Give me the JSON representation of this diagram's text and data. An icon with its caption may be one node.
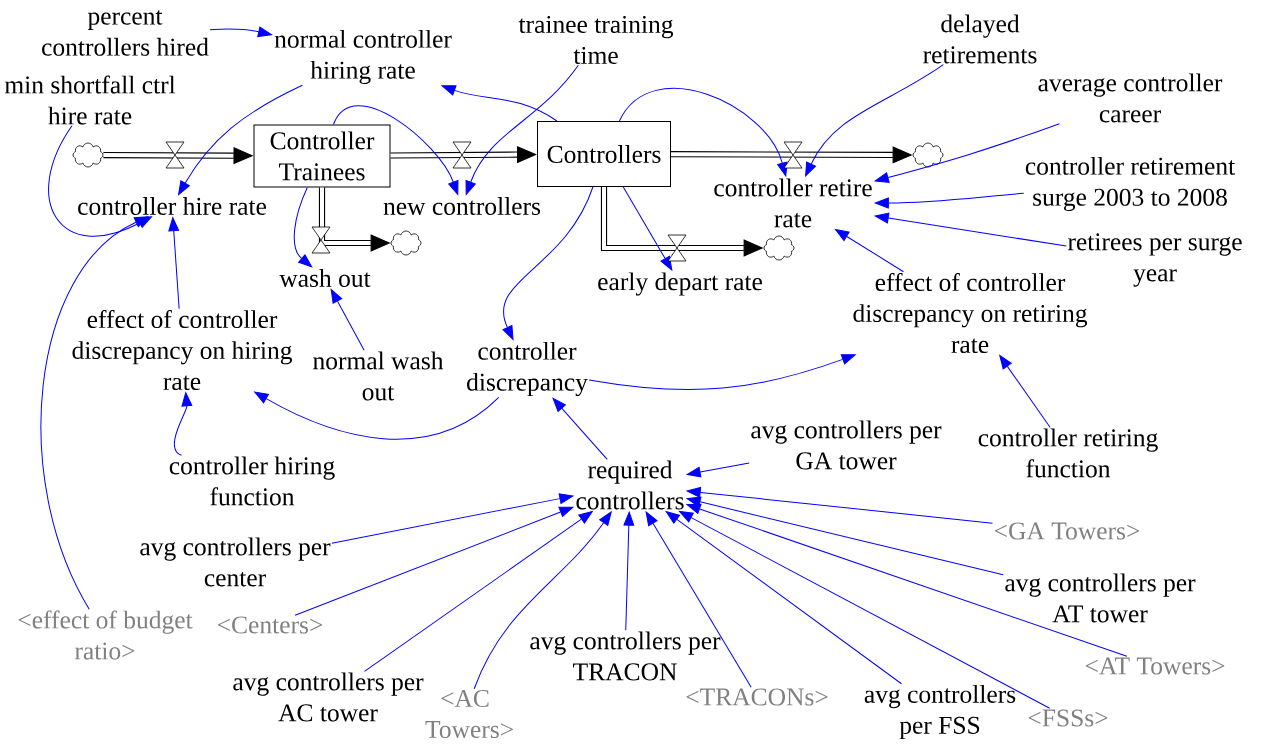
{
  "diagram": {
    "nodes": [
      {
        "text": [
          "Controller Trainees"
        ]
      },
      {
        "text": [
          "Controllers"
        ]
      },
      {
        "text": [],
        "shape": "cloud"
      },
      {
        "text": [],
        "shape": "cloud"
      },
      {
        "text": [],
        "shape": "cloud"
      },
      {
        "text": [],
        "shape": "cloud"
      },
      {
        "text": [
          "controller hire rate"
        ]
      },
      {
        "text": [
          "new controllers"
        ]
      },
      {
        "text": [
          "controller retire rate"
        ]
      },
      {
        "text": [
          "wash out"
        ]
      },
      {
        "text": [
          "early depart rate"
        ]
      },
      {
        "text": [
          "normal controller hiring rate"
        ]
      },
      {
        "text": [
          "percent controllers hired"
        ]
      },
      {
        "text": [
          "min shortfall ctrl hire rate"
        ]
      },
      {
        "text": [
          "trainee training time"
        ]
      },
      {
        "text": [
          "delayed retirements"
        ]
      },
      {
        "text": [
          "average controller career"
        ]
      },
      {
        "text": [
          "controller retirement surge 2003 to 2008"
        ]
      },
      {
        "text": [
          "retirees per surge year"
        ]
      },
      {
        "text": [
          "effect of controller discrepancy on retiring rate"
        ]
      },
      {
        "text": [
          "effect of controller discrepancy on hiring rate"
        ]
      },
      {
        "text": [
          "normal wash out"
        ]
      },
      {
        "text": [
          "controller discrepancy"
        ]
      },
      {
        "text": [
          "controller hiring function"
        ]
      },
      {
        "text": [
          "required controllers"
        ]
      },
      {
        "text": [
          "controller retiring function"
        ]
      },
      {
        "text": [
          "avg controllers per GA tower"
        ]
      },
      {
        "text": [
          "avg controllers per center"
        ]
      },
      {
        "text": [
          "<GA Towers>"
        ]
      },
      {
        "text": [
          "avg controllers per AT tower"
        ]
      },
      {
        "text": [
          "<Centers>"
        ]
      },
      {
        "text": [
          "<effect of budget ratio>"
        ]
      },
      {
        "text": [
          "avg controllers per TRACON"
        ]
      },
      {
        "text": [
          "<AT Towers>"
        ]
      },
      {
        "text": [
          "avg controllers per AC tower"
        ]
      },
      {
        "text": [
          "<TRACONs>"
        ]
      },
      {
        "text": [
          "avg controllers per FSS"
        ]
      },
      {
        "text": [
          "<FSSs>"
        ]
      },
      {
        "text": [
          "<AC Towers>"
        ]
      }
    ],
    "edges": [
      {
        "from": 2,
        "to": 0,
        "arrow": "to",
        "style": "thick",
        "color": "#000000"
      },
      {
        "from": 0,
        "to": 1,
        "arrow": "to",
        "style": "thick",
        "color": "#000000"
      },
      {
        "from": 1,
        "to": 3,
        "arrow": "to",
        "style": "thick",
        "color": "#000000"
      },
      {
        "from": 0,
        "to": 4,
        "arrow": "to",
        "style": "thick",
        "color": "#000000"
      },
      {
        "from": 1,
        "to": 5,
        "arrow": "to",
        "style": "thick",
        "color": "#000000"
      },
      {
        "from": 12,
        "to": 11,
        "arrow": "to"
      },
      {
        "from": 11,
        "to": 6,
        "arrow": "to"
      },
      {
        "from": 13,
        "to": 6,
        "arrow": "to"
      },
      {
        "from": 0,
        "to": 7,
        "arrow": "to"
      },
      {
        "from": 14,
        "to": 7,
        "arrow": "to"
      },
      {
        "from": 1,
        "to": 11,
        "arrow": "to"
      },
      {
        "from": 1,
        "to": 8,
        "arrow": "to"
      },
      {
        "from": 15,
        "to": 8,
        "arrow": "to"
      },
      {
        "from": 16,
        "to": 8,
        "arrow": "to"
      },
      {
        "from": 17,
        "to": 8,
        "arrow": "to"
      },
      {
        "from": 18,
        "to": 8,
        "arrow": "to"
      },
      {
        "from": 19,
        "to": 8,
        "arrow": "to"
      },
      {
        "from": 1,
        "to": 10,
        "arrow": "to"
      },
      {
        "from": 1,
        "to": 22,
        "arrow": "to"
      },
      {
        "from": 0,
        "to": 9,
        "arrow": "to"
      },
      {
        "from": 21,
        "to": 9,
        "arrow": "to"
      },
      {
        "from": 20,
        "to": 6,
        "arrow": "to"
      },
      {
        "from": 31,
        "to": 6,
        "arrow": "to"
      },
      {
        "from": 23,
        "to": 20,
        "arrow": "to"
      },
      {
        "from": 22,
        "to": 20,
        "arrow": "to"
      },
      {
        "from": 22,
        "to": 19,
        "arrow": "to"
      },
      {
        "from": 24,
        "to": 22,
        "arrow": "to"
      },
      {
        "from": 25,
        "to": 19,
        "arrow": "to"
      },
      {
        "from": 26,
        "to": 24,
        "arrow": "to"
      },
      {
        "from": 27,
        "to": 24,
        "arrow": "to"
      },
      {
        "from": 30,
        "to": 24,
        "arrow": "to"
      },
      {
        "from": 34,
        "to": 24,
        "arrow": "to"
      },
      {
        "from": 38,
        "to": 24,
        "arrow": "to"
      },
      {
        "from": 32,
        "to": 24,
        "arrow": "to"
      },
      {
        "from": 35,
        "to": 24,
        "arrow": "to"
      },
      {
        "from": 36,
        "to": 24,
        "arrow": "to"
      },
      {
        "from": 37,
        "to": 24,
        "arrow": "to"
      },
      {
        "from": 33,
        "to": 24,
        "arrow": "to"
      },
      {
        "from": 29,
        "to": 24,
        "arrow": "to"
      },
      {
        "from": 28,
        "to": 24,
        "arrow": "to"
      }
    ]
  }
}
